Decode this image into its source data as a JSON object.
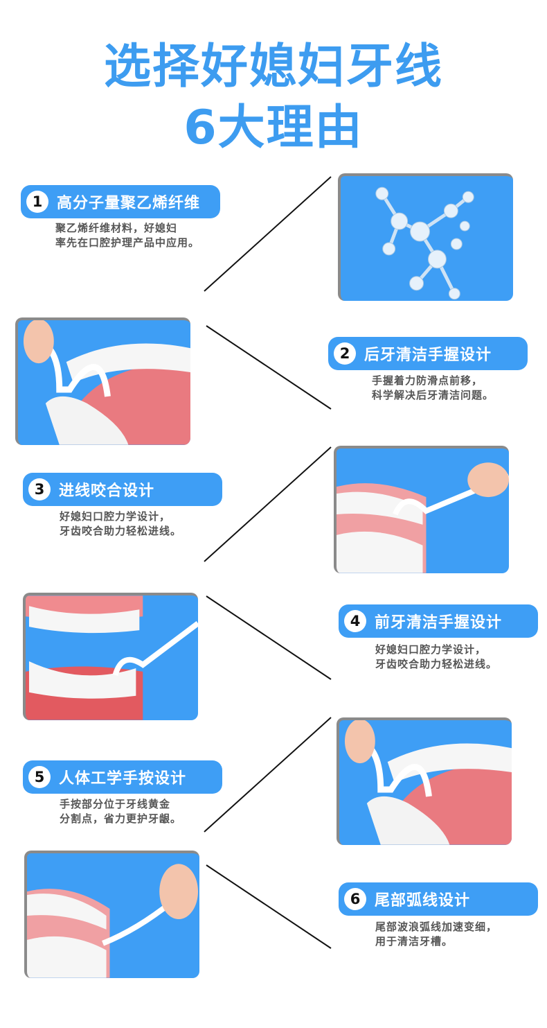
{
  "title": {
    "line1": "选择好媳妇牙线",
    "line2": "6大理由"
  },
  "reasons": [
    {
      "num": "1",
      "title": "高分子量聚乙烯纤维",
      "desc": [
        "聚乙烯纤维材料，好媳妇",
        "率先在口腔护理产品中应用。"
      ]
    },
    {
      "num": "2",
      "title": "后牙清洁手握设计",
      "desc": [
        "手握着力防滑点前移，",
        "科学解决后牙清洁问题。"
      ]
    },
    {
      "num": "3",
      "title": "进线咬合设计",
      "desc": [
        "好媳妇口腔力学设计，",
        "牙齿咬合助力轻松进线。"
      ]
    },
    {
      "num": "4",
      "title": "前牙清洁手握设计",
      "desc": [
        "好媳妇口腔力学设计，",
        "牙齿咬合助力轻松进线。"
      ]
    },
    {
      "num": "5",
      "title": "人体工学手按设计",
      "desc": [
        "手按部分位于牙线黄金",
        "分割点，省力更护牙龈。"
      ]
    },
    {
      "num": "6",
      "title": "尾部弧线设计",
      "desc": [
        "尾部波浪弧线加速变细，",
        "用于清洁牙槽。"
      ]
    }
  ],
  "colors": {
    "accent": "#3e9ef5",
    "title": "#3d9cf0"
  }
}
